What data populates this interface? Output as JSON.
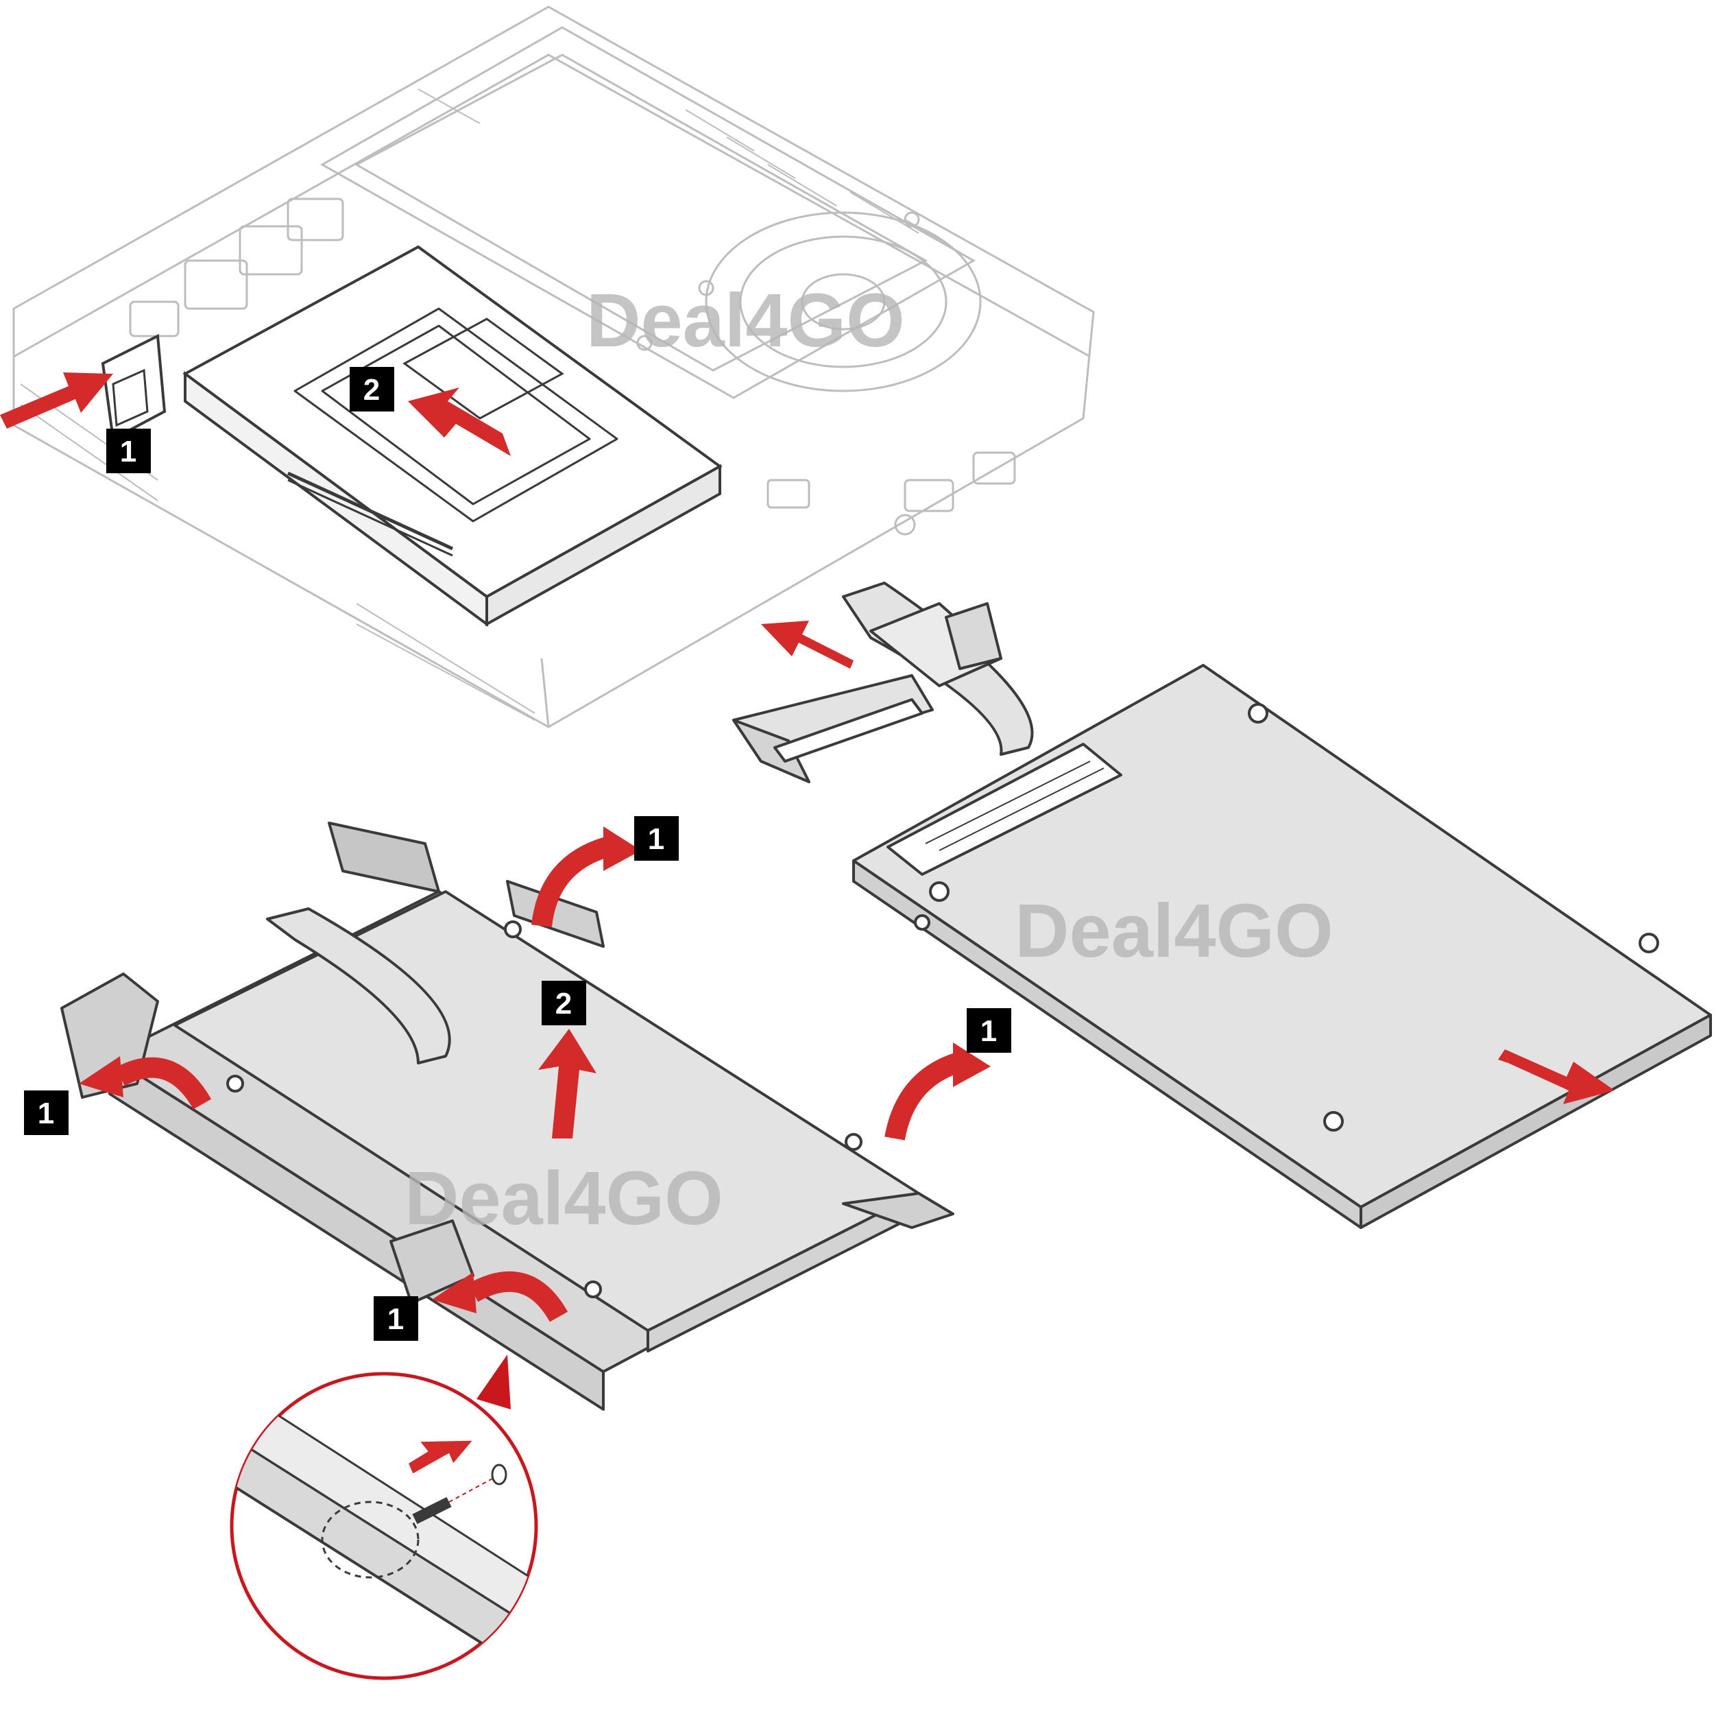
{
  "figure": {
    "callouts": {
      "step1": "1",
      "step2": "2"
    },
    "watermark": "Deal4GO",
    "colors": {
      "arrow": "#d42a2a",
      "callout_bg": "#000000",
      "line": "#3a3a3a",
      "faint_line": "#bdbdbd",
      "panel_fill": "#e3e3e3",
      "detail_circle": "#c8181e"
    },
    "icons": {
      "push_arrow": "straight-arrow-icon",
      "rotate_arrow": "curved-arrow-icon"
    }
  }
}
